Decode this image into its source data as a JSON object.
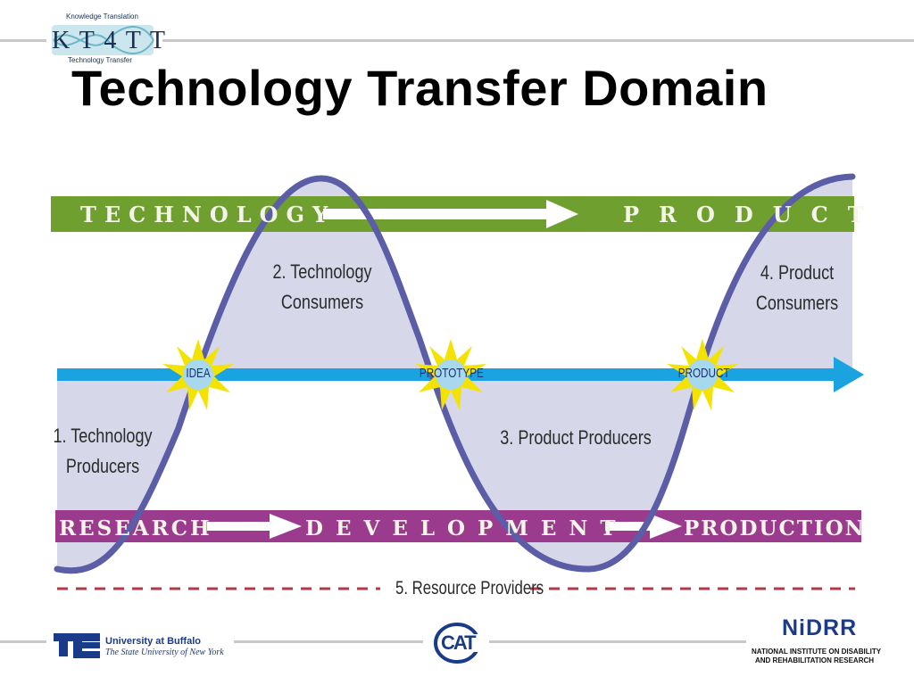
{
  "slide": {
    "title": "Technology Transfer Domain"
  },
  "header_logo": {
    "top_text": "Knowledge Translation",
    "main_text": "K T 4 T T",
    "bottom_text": "Technology Transfer"
  },
  "diagram": {
    "top_bar": {
      "left_label": "TECHNOLOGY",
      "right_label": "PRODUCT",
      "color": "#6f9f2f"
    },
    "bottom_bar": {
      "left_label": "RESEARCH",
      "middle_label": "DEVELOPMENT",
      "right_label": "PRODUCTION",
      "color": "#9b3b8e"
    },
    "center_arrow_color": "#1aa3e0",
    "wave_color": "#5b5ea6",
    "fill_color": "#d6d8ea",
    "nodes": {
      "n1": [
        "1. Technology",
        "Producers"
      ],
      "n2": [
        "2. Technology",
        "Consumers"
      ],
      "n3": [
        "3. Product Producers"
      ],
      "n4": [
        "4. Product",
        "Consumers"
      ]
    },
    "stars": {
      "s1": "IDEA",
      "s2": "PROTOTYPE",
      "s3": "PRODUCT"
    },
    "resource_line_label": "5. Resource Providers",
    "resource_line_color": "#b23a48"
  },
  "footer": {
    "ub_name": "University at Buffalo",
    "ub_sub": "The State University of New York",
    "cat_logo": "CAT",
    "nidrr_name": "NiDRR",
    "nidrr_sub1": "NATIONAL INSTITUTE ON DISABILITY",
    "nidrr_sub2": "AND REHABILITATION RESEARCH"
  }
}
